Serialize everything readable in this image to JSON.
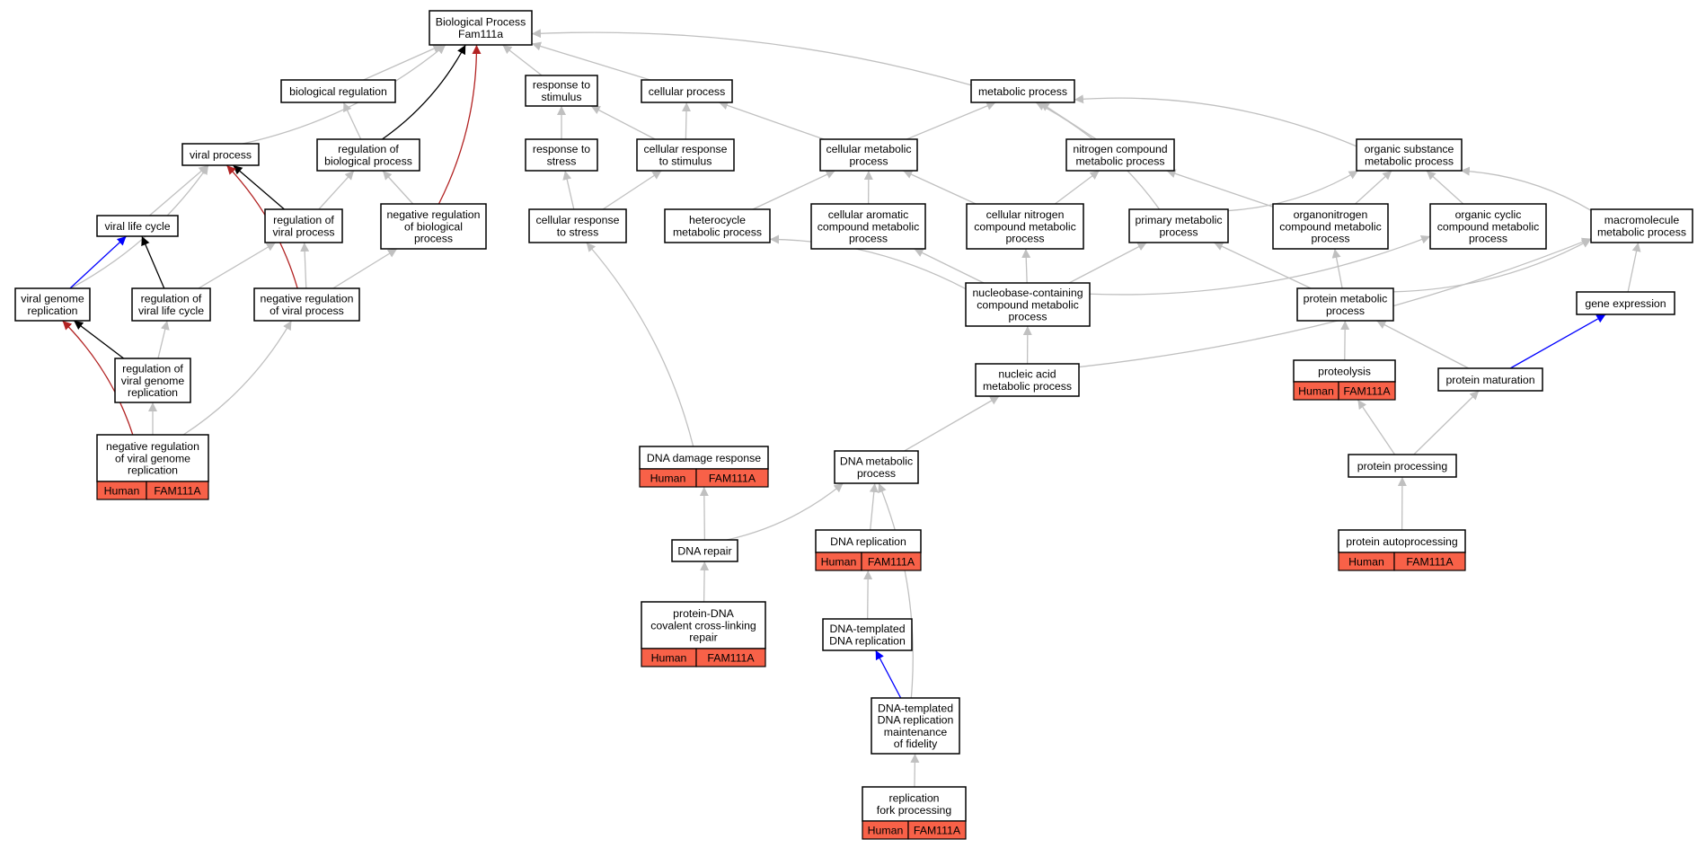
{
  "colors": {
    "grey": "#c0c0c0",
    "black": "#000000",
    "red": "#b22222",
    "blue": "#0000ff",
    "tag": "#f86148"
  },
  "nodes": [
    {
      "id": "root",
      "lines": [
        "Biological Process",
        "Fam111a"
      ]
    },
    {
      "id": "bioreg",
      "lines": [
        "biological regulation"
      ]
    },
    {
      "id": "resp_stim",
      "lines": [
        "response to",
        "stimulus"
      ]
    },
    {
      "id": "cellproc",
      "lines": [
        "cellular process"
      ]
    },
    {
      "id": "metab",
      "lines": [
        "metabolic process"
      ]
    },
    {
      "id": "viralproc",
      "lines": [
        "viral process"
      ]
    },
    {
      "id": "reg_bio",
      "lines": [
        "regulation of",
        "biological process"
      ]
    },
    {
      "id": "resp_stress",
      "lines": [
        "response to",
        "stress"
      ]
    },
    {
      "id": "cell_resp_stim",
      "lines": [
        "cellular response",
        "to stimulus"
      ]
    },
    {
      "id": "cell_metab",
      "lines": [
        "cellular metabolic",
        "process"
      ]
    },
    {
      "id": "nitro_metab",
      "lines": [
        "nitrogen compound",
        "metabolic process"
      ]
    },
    {
      "id": "org_metab",
      "lines": [
        "organic substance",
        "metabolic process"
      ]
    },
    {
      "id": "viral_life",
      "lines": [
        "viral life cycle"
      ]
    },
    {
      "id": "reg_viral",
      "lines": [
        "regulation of",
        "viral process"
      ]
    },
    {
      "id": "neg_reg_bio",
      "lines": [
        "negative regulation",
        "of biological",
        "process"
      ]
    },
    {
      "id": "cell_resp_stress",
      "lines": [
        "cellular response",
        "to stress"
      ]
    },
    {
      "id": "hetero",
      "lines": [
        "heterocycle",
        "metabolic process"
      ]
    },
    {
      "id": "arom",
      "lines": [
        "cellular aromatic",
        "compound metabolic",
        "process"
      ]
    },
    {
      "id": "cell_nitro",
      "lines": [
        "cellular nitrogen",
        "compound metabolic",
        "process"
      ]
    },
    {
      "id": "primary",
      "lines": [
        "primary metabolic",
        "process"
      ]
    },
    {
      "id": "organonitro",
      "lines": [
        "organonitrogen",
        "compound metabolic",
        "process"
      ]
    },
    {
      "id": "org_cyclic",
      "lines": [
        "organic cyclic",
        "compound metabolic",
        "process"
      ]
    },
    {
      "id": "macro",
      "lines": [
        "macromolecule",
        "metabolic process"
      ]
    },
    {
      "id": "vgr",
      "lines": [
        "viral genome",
        "replication"
      ]
    },
    {
      "id": "reg_vlc",
      "lines": [
        "regulation of",
        "viral life cycle"
      ]
    },
    {
      "id": "neg_reg_viral",
      "lines": [
        "negative regulation",
        "of viral process"
      ]
    },
    {
      "id": "nucleobase",
      "lines": [
        "nucleobase-containing",
        "compound metabolic",
        "process"
      ]
    },
    {
      "id": "protein_metab",
      "lines": [
        "protein metabolic",
        "process"
      ]
    },
    {
      "id": "gene_expr",
      "lines": [
        "gene expression"
      ]
    },
    {
      "id": "reg_vgr",
      "lines": [
        "regulation of",
        "viral genome",
        "replication"
      ]
    },
    {
      "id": "nucleic",
      "lines": [
        "nucleic acid",
        "metabolic process"
      ]
    },
    {
      "id": "proteolysis",
      "lines": [
        "proteolysis"
      ],
      "tags": [
        "Human",
        "FAM111A"
      ]
    },
    {
      "id": "prot_mat",
      "lines": [
        "protein maturation"
      ]
    },
    {
      "id": "neg_reg_vgr",
      "lines": [
        "negative regulation",
        "of viral genome",
        "replication"
      ],
      "tags": [
        "Human",
        "FAM111A"
      ]
    },
    {
      "id": "dna_damage",
      "lines": [
        "DNA damage response"
      ],
      "tags": [
        "Human",
        "FAM111A"
      ]
    },
    {
      "id": "dna_metab",
      "lines": [
        "DNA metabolic",
        "process"
      ]
    },
    {
      "id": "prot_proc",
      "lines": [
        "protein processing"
      ]
    },
    {
      "id": "dna_repair",
      "lines": [
        "DNA repair"
      ]
    },
    {
      "id": "dna_rep",
      "lines": [
        "DNA replication"
      ],
      "tags": [
        "Human",
        "FAM111A"
      ]
    },
    {
      "id": "prot_auto",
      "lines": [
        "protein autoprocessing"
      ],
      "tags": [
        "Human",
        "FAM111A"
      ]
    },
    {
      "id": "prot_dna_xl",
      "lines": [
        "protein-DNA",
        "covalent cross-linking",
        "repair"
      ],
      "tags": [
        "Human",
        "FAM111A"
      ]
    },
    {
      "id": "dna_templ",
      "lines": [
        "DNA-templated",
        "DNA replication"
      ]
    },
    {
      "id": "dna_fidelity",
      "lines": [
        "DNA-templated",
        "DNA replication",
        "maintenance",
        "of fidelity"
      ]
    },
    {
      "id": "fork",
      "lines": [
        "replication",
        "fork processing"
      ],
      "tags": [
        "Human",
        "FAM111A"
      ]
    }
  ],
  "edges": [
    {
      "from": "bioreg",
      "to": "root",
      "color": "grey"
    },
    {
      "from": "resp_stim",
      "to": "root",
      "color": "grey"
    },
    {
      "from": "cellproc",
      "to": "root",
      "color": "grey"
    },
    {
      "from": "metab",
      "to": "root",
      "color": "grey"
    },
    {
      "from": "viralproc",
      "to": "root",
      "color": "grey"
    },
    {
      "from": "reg_bio",
      "to": "root",
      "color": "black"
    },
    {
      "from": "neg_reg_bio",
      "to": "root",
      "color": "red"
    },
    {
      "from": "reg_bio",
      "to": "bioreg",
      "color": "grey"
    },
    {
      "from": "resp_stress",
      "to": "resp_stim",
      "color": "grey"
    },
    {
      "from": "cell_resp_stim",
      "to": "resp_stim",
      "color": "grey"
    },
    {
      "from": "cell_resp_stim",
      "to": "cellproc",
      "color": "grey"
    },
    {
      "from": "cell_metab",
      "to": "cellproc",
      "color": "grey"
    },
    {
      "from": "cell_metab",
      "to": "metab",
      "color": "grey"
    },
    {
      "from": "nitro_metab",
      "to": "metab",
      "color": "grey"
    },
    {
      "from": "org_metab",
      "to": "metab",
      "color": "grey"
    },
    {
      "from": "primary",
      "to": "metab",
      "color": "grey"
    },
    {
      "from": "viral_life",
      "to": "viralproc",
      "color": "grey"
    },
    {
      "from": "vgr",
      "to": "viralproc",
      "color": "grey"
    },
    {
      "from": "reg_viral",
      "to": "viralproc",
      "color": "black"
    },
    {
      "from": "neg_reg_viral",
      "to": "viralproc",
      "color": "red"
    },
    {
      "from": "reg_viral",
      "to": "reg_bio",
      "color": "grey"
    },
    {
      "from": "neg_reg_bio",
      "to": "reg_bio",
      "color": "grey"
    },
    {
      "from": "cell_resp_stress",
      "to": "resp_stress",
      "color": "grey"
    },
    {
      "from": "cell_resp_stress",
      "to": "cell_resp_stim",
      "color": "grey"
    },
    {
      "from": "hetero",
      "to": "cell_metab",
      "color": "grey"
    },
    {
      "from": "arom",
      "to": "cell_metab",
      "color": "grey"
    },
    {
      "from": "cell_nitro",
      "to": "cell_metab",
      "color": "grey"
    },
    {
      "from": "cell_nitro",
      "to": "nitro_metab",
      "color": "grey"
    },
    {
      "from": "organonitro",
      "to": "nitro_metab",
      "color": "grey"
    },
    {
      "from": "organonitro",
      "to": "org_metab",
      "color": "grey"
    },
    {
      "from": "org_cyclic",
      "to": "org_metab",
      "color": "grey"
    },
    {
      "from": "macro",
      "to": "org_metab",
      "color": "grey"
    },
    {
      "from": "primary",
      "to": "org_metab",
      "color": "grey"
    },
    {
      "from": "vgr",
      "to": "viral_life",
      "color": "blue"
    },
    {
      "from": "reg_vlc",
      "to": "viral_life",
      "color": "black"
    },
    {
      "from": "reg_vlc",
      "to": "reg_viral",
      "color": "grey"
    },
    {
      "from": "neg_reg_viral",
      "to": "reg_viral",
      "color": "grey"
    },
    {
      "from": "neg_reg_viral",
      "to": "neg_reg_bio",
      "color": "grey"
    },
    {
      "from": "nucleobase",
      "to": "hetero",
      "color": "grey"
    },
    {
      "from": "nucleobase",
      "to": "arom",
      "color": "grey"
    },
    {
      "from": "nucleobase",
      "to": "cell_nitro",
      "color": "grey"
    },
    {
      "from": "nucleobase",
      "to": "primary",
      "color": "grey"
    },
    {
      "from": "nucleobase",
      "to": "org_cyclic",
      "color": "grey"
    },
    {
      "from": "protein_metab",
      "to": "primary",
      "color": "grey"
    },
    {
      "from": "protein_metab",
      "to": "organonitro",
      "color": "grey"
    },
    {
      "from": "protein_metab",
      "to": "macro",
      "color": "grey"
    },
    {
      "from": "gene_expr",
      "to": "macro",
      "color": "grey"
    },
    {
      "from": "reg_vgr",
      "to": "vgr",
      "color": "black"
    },
    {
      "from": "neg_reg_vgr",
      "to": "vgr",
      "color": "red"
    },
    {
      "from": "reg_vgr",
      "to": "reg_vlc",
      "color": "grey"
    },
    {
      "from": "nucleic",
      "to": "nucleobase",
      "color": "grey"
    },
    {
      "from": "nucleic",
      "to": "macro",
      "color": "grey"
    },
    {
      "from": "proteolysis",
      "to": "protein_metab",
      "color": "grey"
    },
    {
      "from": "prot_mat",
      "to": "protein_metab",
      "color": "grey"
    },
    {
      "from": "prot_mat",
      "to": "gene_expr",
      "color": "blue"
    },
    {
      "from": "neg_reg_vgr",
      "to": "reg_vgr",
      "color": "grey"
    },
    {
      "from": "neg_reg_vgr",
      "to": "neg_reg_viral",
      "color": "grey"
    },
    {
      "from": "dna_damage",
      "to": "cell_resp_stress",
      "color": "grey"
    },
    {
      "from": "dna_metab",
      "to": "nucleic",
      "color": "grey"
    },
    {
      "from": "prot_proc",
      "to": "proteolysis",
      "color": "grey"
    },
    {
      "from": "prot_proc",
      "to": "prot_mat",
      "color": "grey"
    },
    {
      "from": "dna_repair",
      "to": "dna_damage",
      "color": "grey"
    },
    {
      "from": "dna_repair",
      "to": "dna_metab",
      "color": "grey"
    },
    {
      "from": "dna_rep",
      "to": "dna_metab",
      "color": "grey"
    },
    {
      "from": "dna_fidelity",
      "to": "dna_metab",
      "color": "grey"
    },
    {
      "from": "prot_auto",
      "to": "prot_proc",
      "color": "grey"
    },
    {
      "from": "prot_dna_xl",
      "to": "dna_repair",
      "color": "grey"
    },
    {
      "from": "dna_templ",
      "to": "dna_rep",
      "color": "grey"
    },
    {
      "from": "dna_fidelity",
      "to": "dna_templ",
      "color": "blue"
    },
    {
      "from": "fork",
      "to": "dna_fidelity",
      "color": "grey"
    }
  ]
}
